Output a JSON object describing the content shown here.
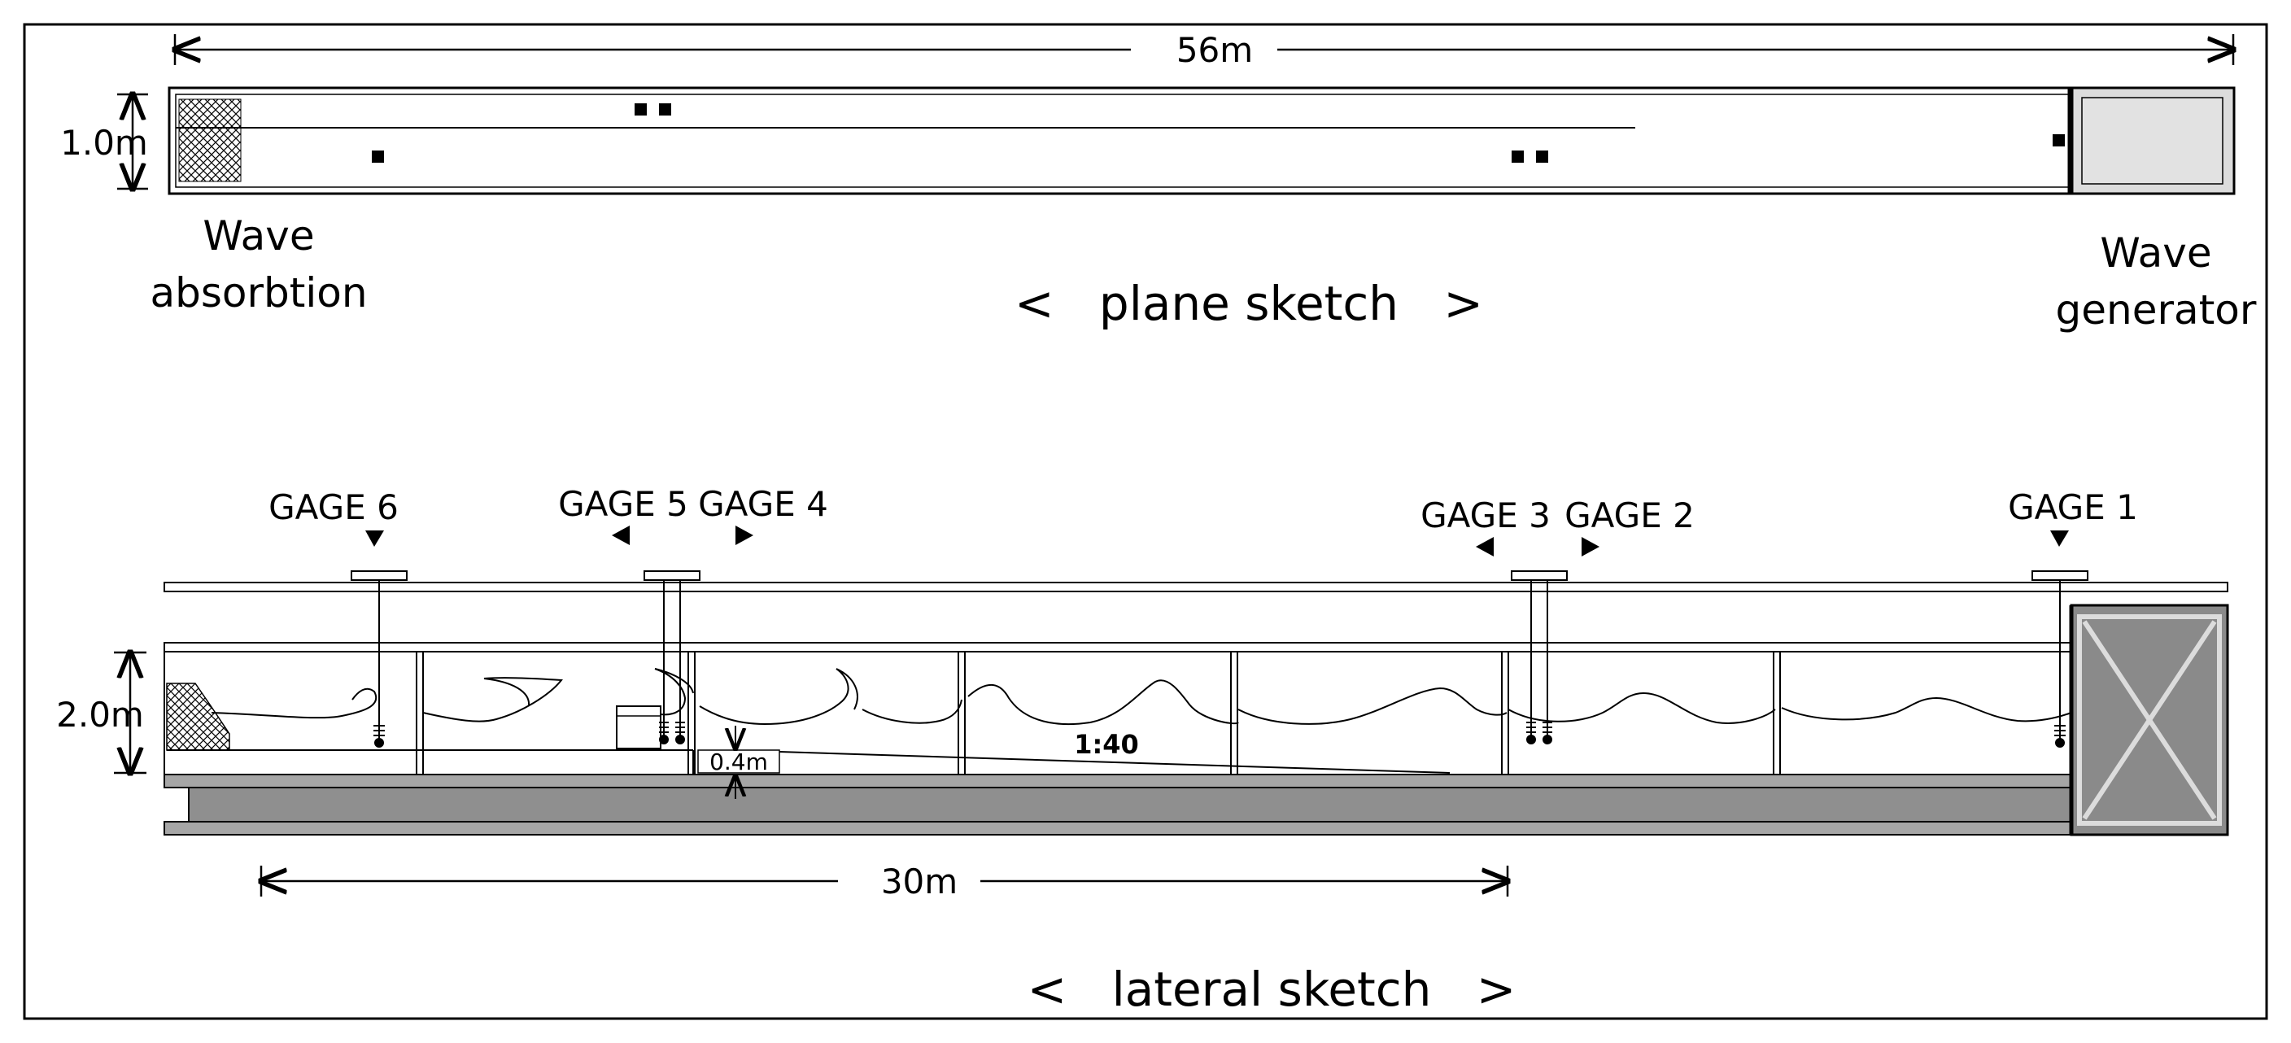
{
  "plane": {
    "dim_length": "56m",
    "dim_width": "1.0m",
    "absorption_label_1": "Wave",
    "absorption_label_2": "absorbtion",
    "generator_label_1": "Wave",
    "generator_label_2": "generator",
    "title": "<   plane sketch   >"
  },
  "lateral": {
    "dim_height": "2.0m",
    "dim_distance": "30m",
    "step_height": "0.4m",
    "slope": "1:40",
    "title": "<   lateral sketch   >",
    "gages": [
      "GAGE 6",
      "GAGE 5",
      "GAGE 4",
      "GAGE 3",
      "GAGE 2",
      "GAGE 1"
    ]
  },
  "colors": {
    "line": "#000000",
    "floor_fill": "#a6a6a6",
    "generator_fill": "#8a8a8a",
    "generator_plate": "#dcdcdc"
  }
}
